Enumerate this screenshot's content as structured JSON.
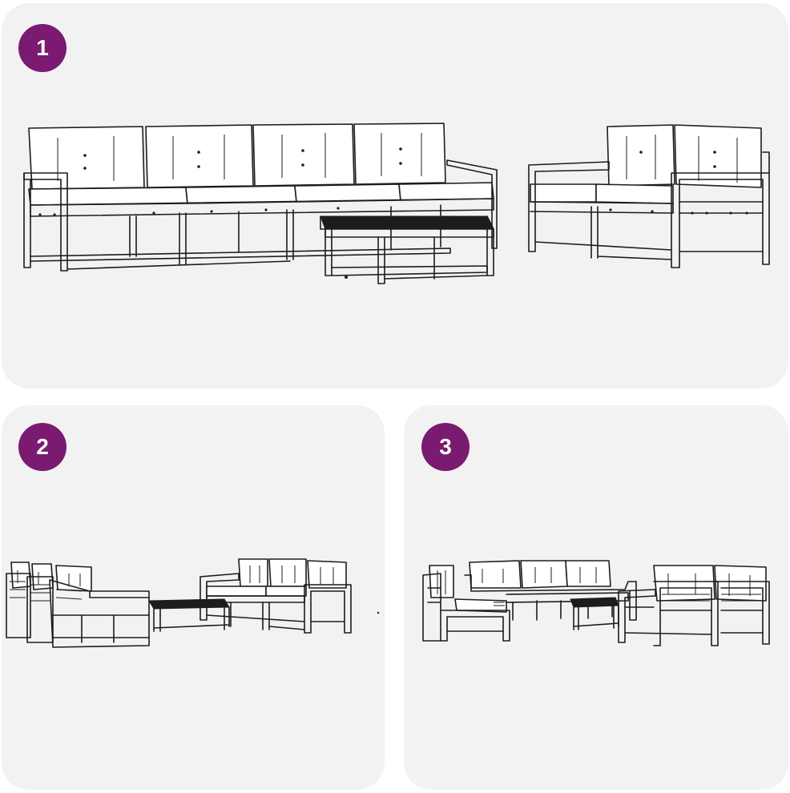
{
  "steps": [
    {
      "number": "1"
    },
    {
      "number": "2"
    },
    {
      "number": "3"
    }
  ],
  "colors": {
    "panel_background": "#f2f2f2",
    "badge": "#7a1a70",
    "badge_text": "#ffffff",
    "line_art": "#1c1c1c"
  },
  "icons": {
    "step1": "outdoor-sofa-set-illustration",
    "step2": "outdoor-sofa-set-illustration",
    "step3": "outdoor-sofa-set-illustration"
  }
}
